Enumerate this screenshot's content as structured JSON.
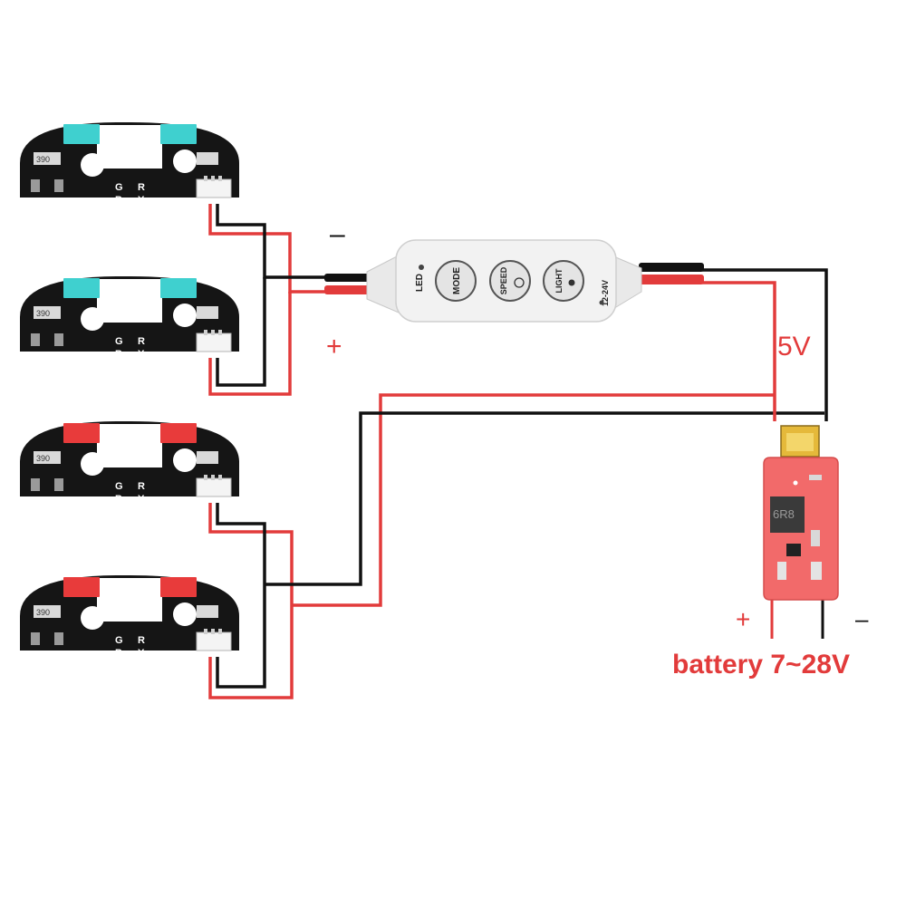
{
  "labels": {
    "minus_top": "–",
    "plus_top": "+",
    "five_v": "5V",
    "plus_bottom": "+",
    "minus_bottom": "–",
    "battery": "battery 7~28V"
  },
  "controller": {
    "led": "LED",
    "mode": "MODE",
    "speed": "SPEED",
    "light": "LIGHT",
    "voltage": "12-24V"
  },
  "regulator": {
    "inductor_code": "6R8"
  },
  "led_boards": [
    {
      "led_color": "#3fd0cf",
      "resistor": "390",
      "pins": [
        "G",
        "R",
        "B",
        "Y"
      ]
    },
    {
      "led_color": "#3fd0cf",
      "resistor": "390",
      "pins": [
        "G",
        "R",
        "B",
        "Y"
      ]
    },
    {
      "led_color": "#e83b3b",
      "resistor": "390",
      "pins": [
        "G",
        "R",
        "B",
        "Y"
      ]
    },
    {
      "led_color": "#e83b3b",
      "resistor": "390",
      "pins": [
        "G",
        "R",
        "B",
        "Y"
      ]
    }
  ],
  "colors": {
    "wire_red": "#e23b3b",
    "wire_black": "#111111",
    "pcb": "#151515",
    "regulator_pcb": "#f26a6a"
  }
}
